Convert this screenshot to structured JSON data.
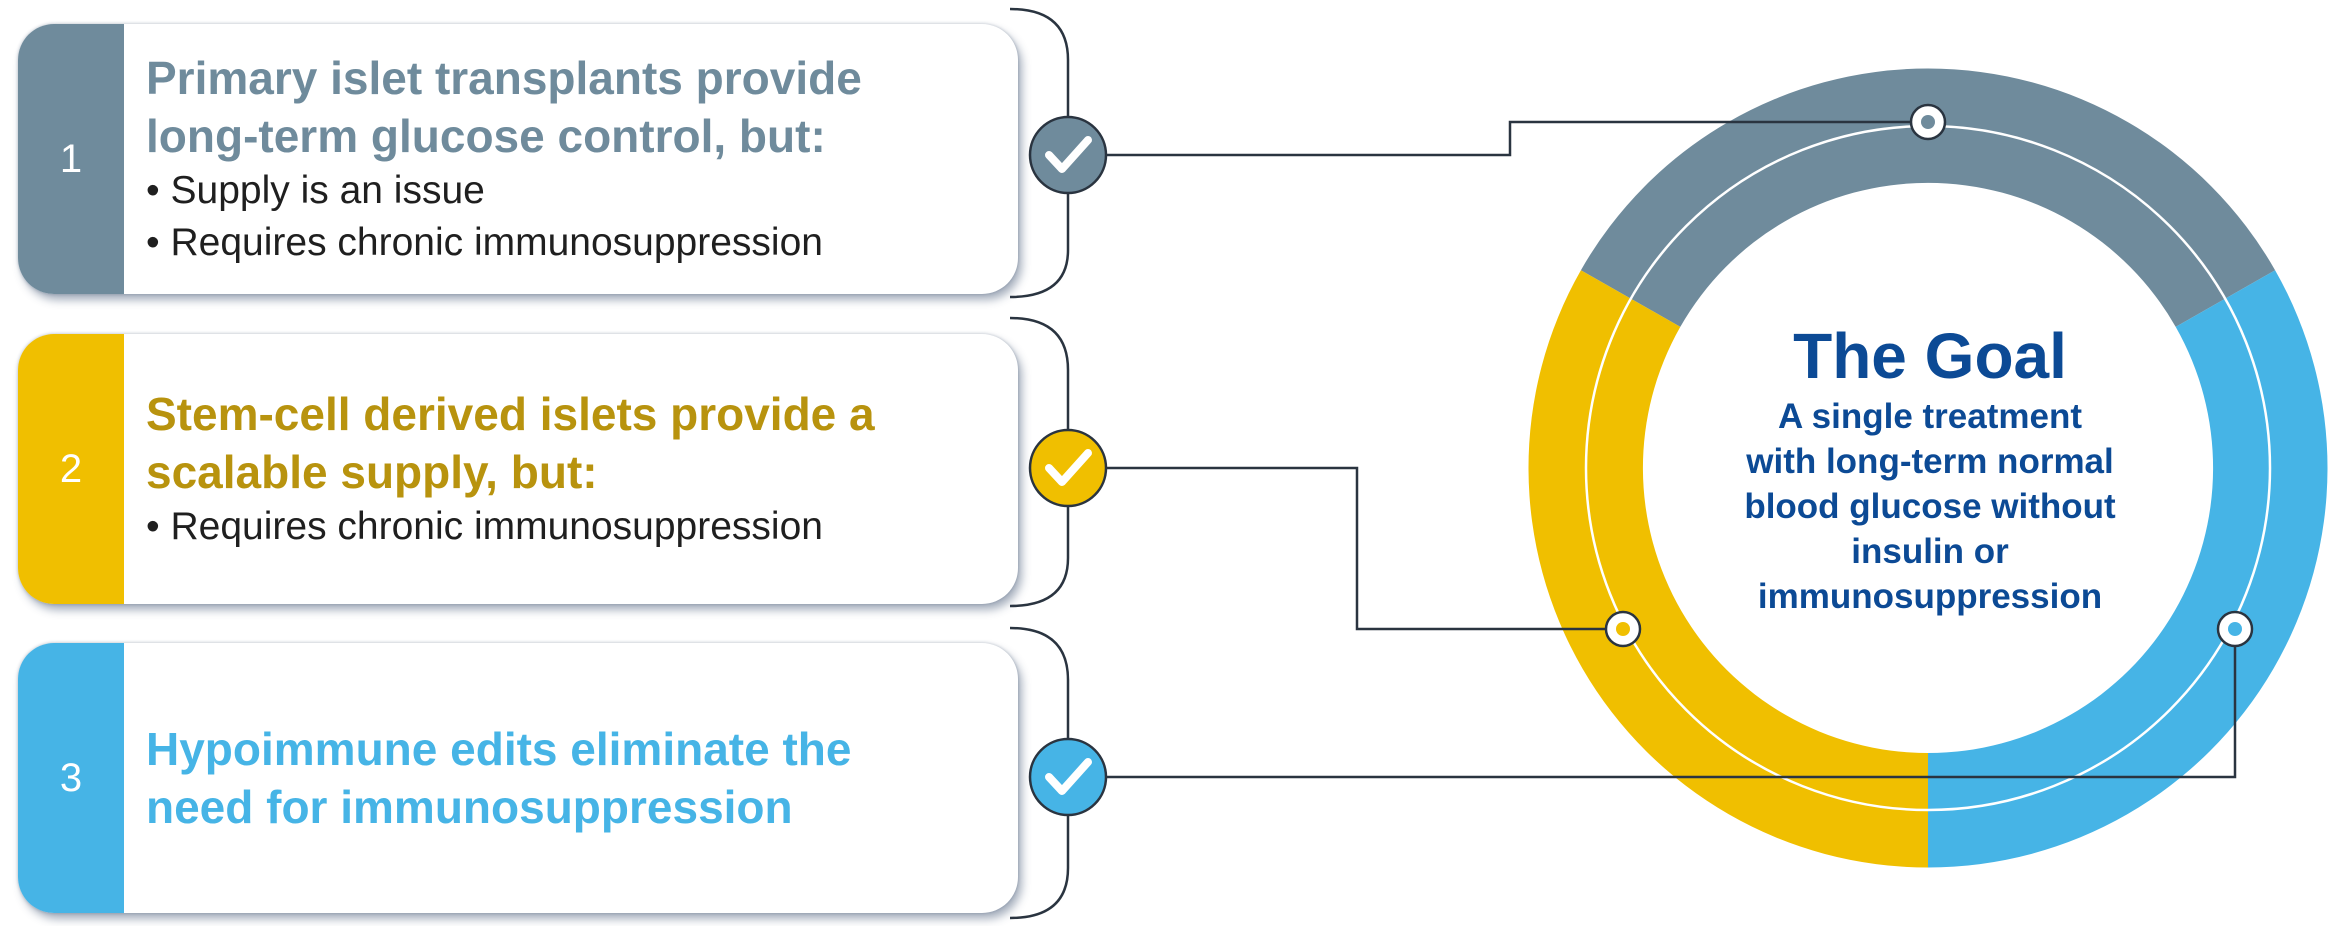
{
  "colors": {
    "gray": "#6f8b9c",
    "gold": "#f0bf00",
    "gold_text": "#b8930e",
    "blue": "#46b4e6",
    "goal_text": "#0c4a95",
    "bracket": "#2a3440"
  },
  "cards": [
    {
      "number": "1",
      "title_lines": [
        "Primary islet transplants provide",
        "long-term glucose control, but:"
      ],
      "bullets": [
        "Supply is an issue",
        "Requires chronic immunosuppression"
      ]
    },
    {
      "number": "2",
      "title_lines": [
        "Stem-cell derived islets provide a",
        "scalable supply, but:"
      ],
      "bullets": [
        "Requires chronic immunosuppression"
      ]
    },
    {
      "number": "3",
      "title_lines": [
        "Hypoimmune edits eliminate the",
        "need for immunosuppression"
      ],
      "bullets": []
    }
  ],
  "icons": [
    "check-icon",
    "check-icon",
    "check-icon"
  ],
  "goal": {
    "title": "The Goal",
    "subtitle_lines": [
      "A single treatment",
      "with long-term normal",
      "blood glucose without",
      "insulin or",
      "immunosuppression"
    ]
  }
}
